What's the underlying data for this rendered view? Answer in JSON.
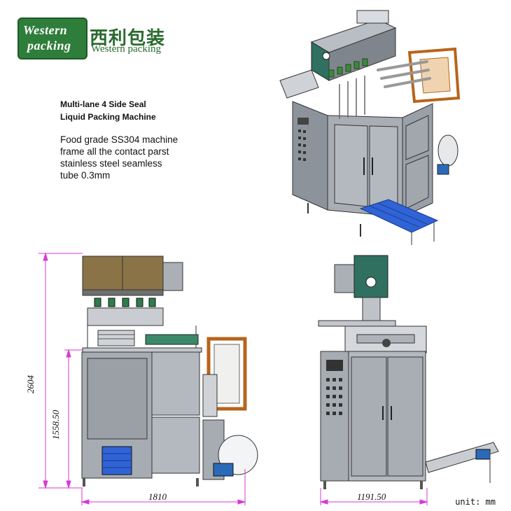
{
  "brand": {
    "logo_line1": "Western",
    "logo_line2": "packing",
    "chinese_name": "西利包装",
    "english_name": "Western packing"
  },
  "product": {
    "title_line1": "Multi-lane 4 Side Seal",
    "title_line2": "Liquid Packing Machine",
    "desc_lines": [
      "Food grade SS304 machine",
      "frame all the contact parst",
      "stainless  steel  seamless",
      "tube 0.3mm"
    ]
  },
  "dimensions": {
    "height_total": "2604",
    "height_cabinet": "1558.50",
    "width_front": "1810",
    "width_side": "1191.50",
    "unit_label": "unit: mm"
  },
  "colors": {
    "dim_line": "#d63ad6",
    "machine_grey": "#9aa0a8",
    "hopper_brown": "#8a7346",
    "logo_green": "#2f7d3a",
    "conveyor_blue": "#2f63d6",
    "motor_teal": "#2a6a5a",
    "frame_orange": "#b8641c"
  }
}
